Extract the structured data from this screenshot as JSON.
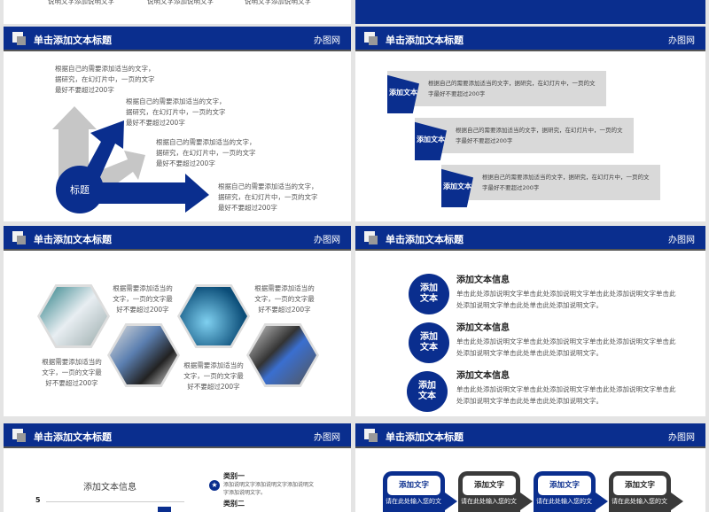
{
  "header": {
    "title": "单击添加文本标题",
    "brand": "办图网"
  },
  "top_slide": {
    "captions": [
      "说明文字添加说明文字",
      "说明文字添加说明文字",
      "说明文字添加说明文字"
    ]
  },
  "arrows_slide": {
    "center_label": "标题",
    "texts": [
      "根据自己的需要添加适当的文字，\n据研究，在幻灯片中，一页的文字\n最好不要超过200字",
      "根据自己的需要添加适当的文字，\n据研究，在幻灯片中，一页的文字\n最好不要超过200字",
      "根据自己的需要添加适当的文字，\n据研究，在幻灯片中，一页的文字\n最好不要超过200字",
      "根据自己的需要添加适当的文字，\n据研究，在幻灯片中，一页的文字\n最好不要超过200字"
    ]
  },
  "tags_slide": {
    "items": [
      {
        "tag": "添加文本",
        "text": "根据自己的需要添加适当的文字，据研究，在幻灯片中，一页的文字最好不要超过200字"
      },
      {
        "tag": "添加文本",
        "text": "根据自己的需要添加适当的文字，据研究，在幻灯片中，一页的文字最好不要超过200字"
      },
      {
        "tag": "添加文本",
        "text": "根据自己的需要添加适当的文字，据研究，在幻灯片中，一页的文字最好不要超过200字"
      }
    ]
  },
  "hex_slide": {
    "texts": [
      "根据需要添加适当的文字，一页的文字最好不要超过200字",
      "根据需要添加适当的文字，一页的文字最好不要超过200字",
      "根据需要添加适当的文字，一页的文字最好不要超过200字",
      "根据需要添加适当的文字，一页的文字最好不要超过200字"
    ]
  },
  "circles_slide": {
    "items": [
      {
        "badge": "添加\n文本",
        "title": "添加文本信息",
        "text": "单击此处添加说明文字单击此处添加说明文字单击此处添加说明文字单击此处添加说明文字单击此处单击此处添加说明文字。"
      },
      {
        "badge": "添加\n文本",
        "title": "添加文本信息",
        "text": "单击此处添加说明文字单击此处添加说明文字单击此处添加说明文字单击此处添加说明文字单击此处单击此处添加说明文字。"
      },
      {
        "badge": "添加\n文本",
        "title": "添加文本信息",
        "text": "单击此处添加说明文字单击此处添加说明文字单击此处添加说明文字单击此处添加说明文字单击此处单击此处添加说明文字。"
      }
    ]
  },
  "chart_slide": {
    "title": "添加文本信息",
    "y_tick": "5",
    "legend": [
      {
        "name": "类别一",
        "text": "添加说明文字添加说明文字添加说明文字添加说明文字。"
      },
      {
        "name": "类别二"
      }
    ]
  },
  "bubbles_slide": {
    "items": [
      {
        "title": "添加文字",
        "text": "请在此处输入您的文",
        "color": "#0a2e8e"
      },
      {
        "title": "添加文字",
        "text": "请在此处输入您的文",
        "color": "#3a3a3a"
      },
      {
        "title": "添加文字",
        "text": "请在此处输入您的文",
        "color": "#0a2e8e"
      },
      {
        "title": "添加文字",
        "text": "请在此处输入您的文",
        "color": "#3a3a3a"
      }
    ]
  },
  "colors": {
    "primary": "#0a2e8e",
    "gray": "#d9d9d9"
  }
}
